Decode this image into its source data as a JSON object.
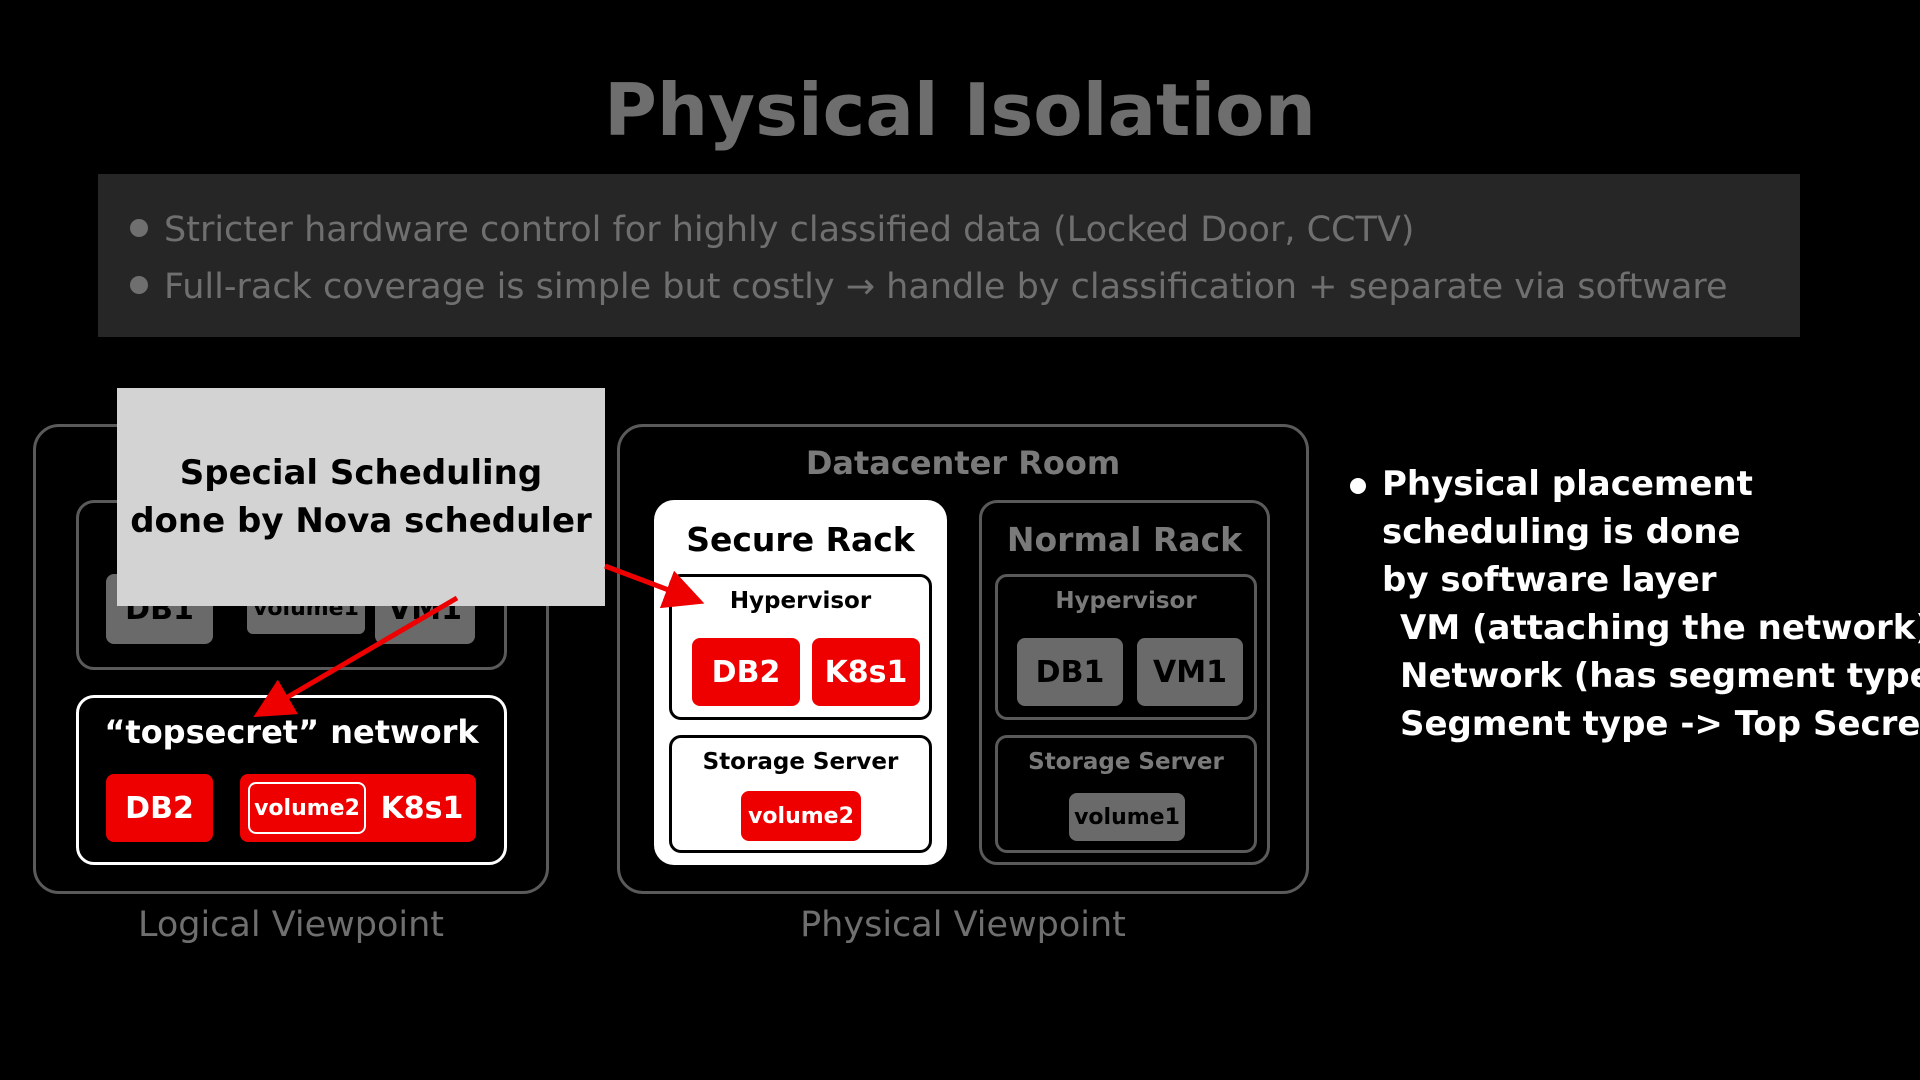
{
  "title": "Physical Isolation",
  "bullets": [
    "Stricter hardware control for highly classified data (Locked Door, CCTV)",
    "Full-rack coverage is simple but costly → handle by classification + separate via software"
  ],
  "callout": {
    "line1": "Special Scheduling",
    "line2": "done by Nova scheduler"
  },
  "logical": {
    "caption": "Logical Viewpoint",
    "upper_network": {
      "db": "DB1",
      "volume": "volume1",
      "vm": "VM1"
    },
    "topsecret_network": {
      "title": "“topsecret” network",
      "db": "DB2",
      "volume": "volume2",
      "k8s": "K8s1"
    }
  },
  "physical": {
    "caption": "Physical Viewpoint",
    "room_title": "Datacenter Room",
    "secure_rack": {
      "title": "Secure Rack",
      "hypervisor": "Hypervisor",
      "chips": [
        "DB2",
        "K8s1"
      ],
      "storage": "Storage Server",
      "volume": "volume2"
    },
    "normal_rack": {
      "title": "Normal Rack",
      "hypervisor": "Hypervisor",
      "chips": [
        "DB1",
        "VM1"
      ],
      "storage": "Storage Server",
      "volume": "volume1"
    }
  },
  "notes": {
    "lines": [
      "Physical placement",
      "scheduling is done",
      "by software layer",
      "VM (attaching the network)",
      "Network (has segment type)",
      "Segment type -> Top Secret"
    ]
  },
  "colors": {
    "background": "#000000",
    "accent_red": "#ee0000",
    "muted_gray": "#6a6a6a",
    "callout_bg": "#d3d3d3"
  }
}
